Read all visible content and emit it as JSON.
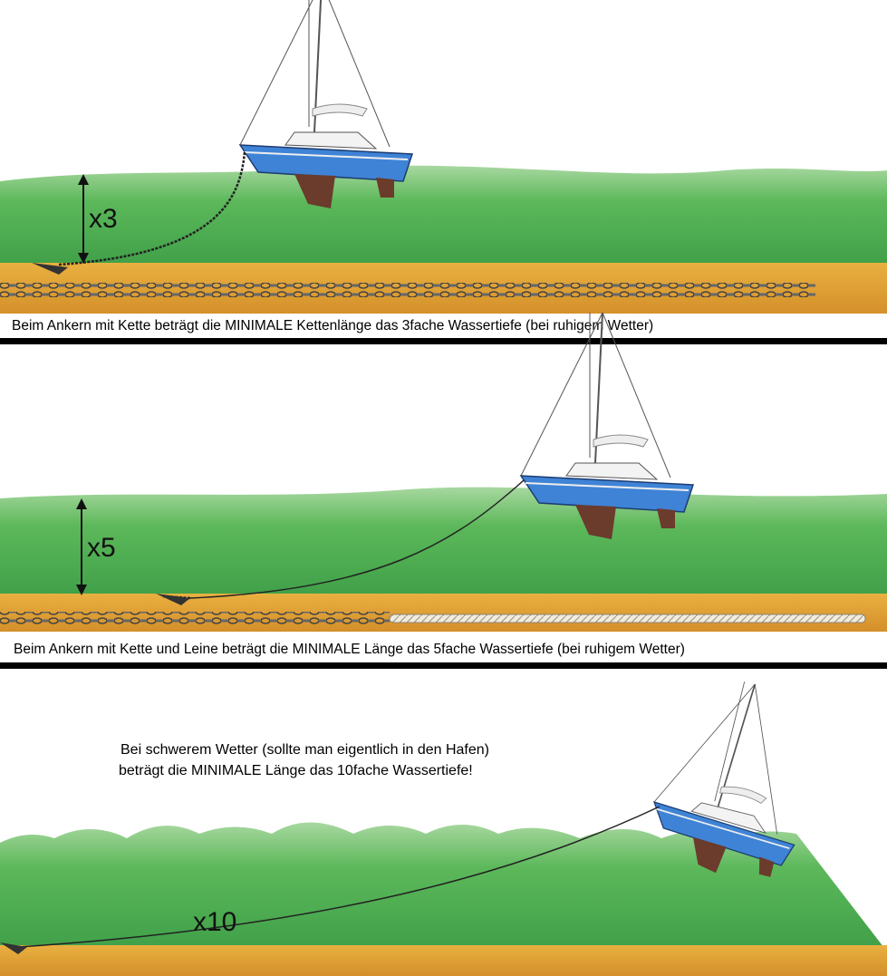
{
  "panels": [
    {
      "multiplier": "x3",
      "caption": "Beim Ankern mit Kette beträgt die MINIMALE Kettenlänge das 3fache Wassertiefe (bei ruhigem Wetter)"
    },
    {
      "multiplier": "x5",
      "caption": "Beim Ankern mit Kette und Leine  beträgt die MINIMALE Länge das 5fache Wassertiefe (bei ruhigem Wetter)"
    },
    {
      "multiplier": "x10",
      "note_line1": "Bei schwerem Wetter (sollte man eigentlich in den Hafen)",
      "note_line2": "beträgt die MINIMALE Länge das 10fache Wassertiefe!"
    }
  ],
  "colors": {
    "water": "#4fae52",
    "water_light": "#9ed29a",
    "sand": "#e3a436",
    "hull": "#3f83d6",
    "keel": "#6b3b2c",
    "divider": "#000000"
  }
}
